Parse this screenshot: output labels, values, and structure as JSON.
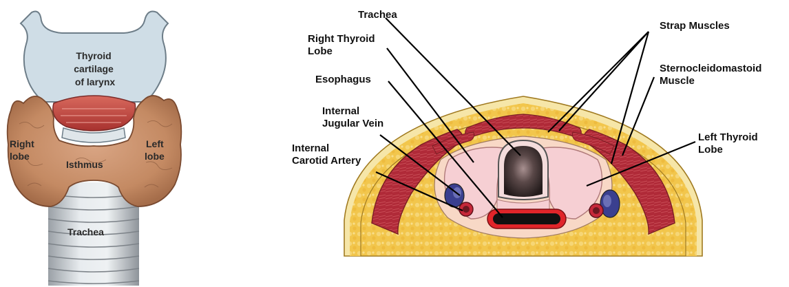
{
  "left_figure": {
    "labels": {
      "thyroid_cartilage": [
        "Thyroid",
        "cartilage",
        "of larynx"
      ],
      "right_lobe": [
        "Right",
        "lobe"
      ],
      "left_lobe": [
        "Left",
        "lobe"
      ],
      "isthmus": "Isthmus",
      "trachea": "Trachea"
    }
  },
  "right_figure": {
    "labels": {
      "trachea": "Trachea",
      "right_thyroid_lobe": [
        "Right Thyroid",
        "Lobe"
      ],
      "esophagus": "Esophagus",
      "internal_jugular_vein": [
        "Internal",
        "Jugular Vein"
      ],
      "internal_carotid_artery": [
        "Internal",
        "Carotid Artery"
      ],
      "strap_muscles": "Strap Muscles",
      "sternocleidomastoid_muscle": [
        "Sternocleidomastoid",
        "Muscle"
      ],
      "left_thyroid_lobe": [
        "Left Thyroid",
        "Lobe"
      ]
    }
  },
  "colors": {
    "thyroid": "#c9906a",
    "cartilage": "#cfdde6",
    "muscle": "#b02a38",
    "fat": "#f2c64c",
    "skin": "#f6e6a8",
    "thyroid_section": "#f6cfd3",
    "trachea_dark": "#3d3131",
    "esophagus_ring": "#e0252a",
    "vein": "#3a3f8f",
    "artery": "#c6283a"
  }
}
